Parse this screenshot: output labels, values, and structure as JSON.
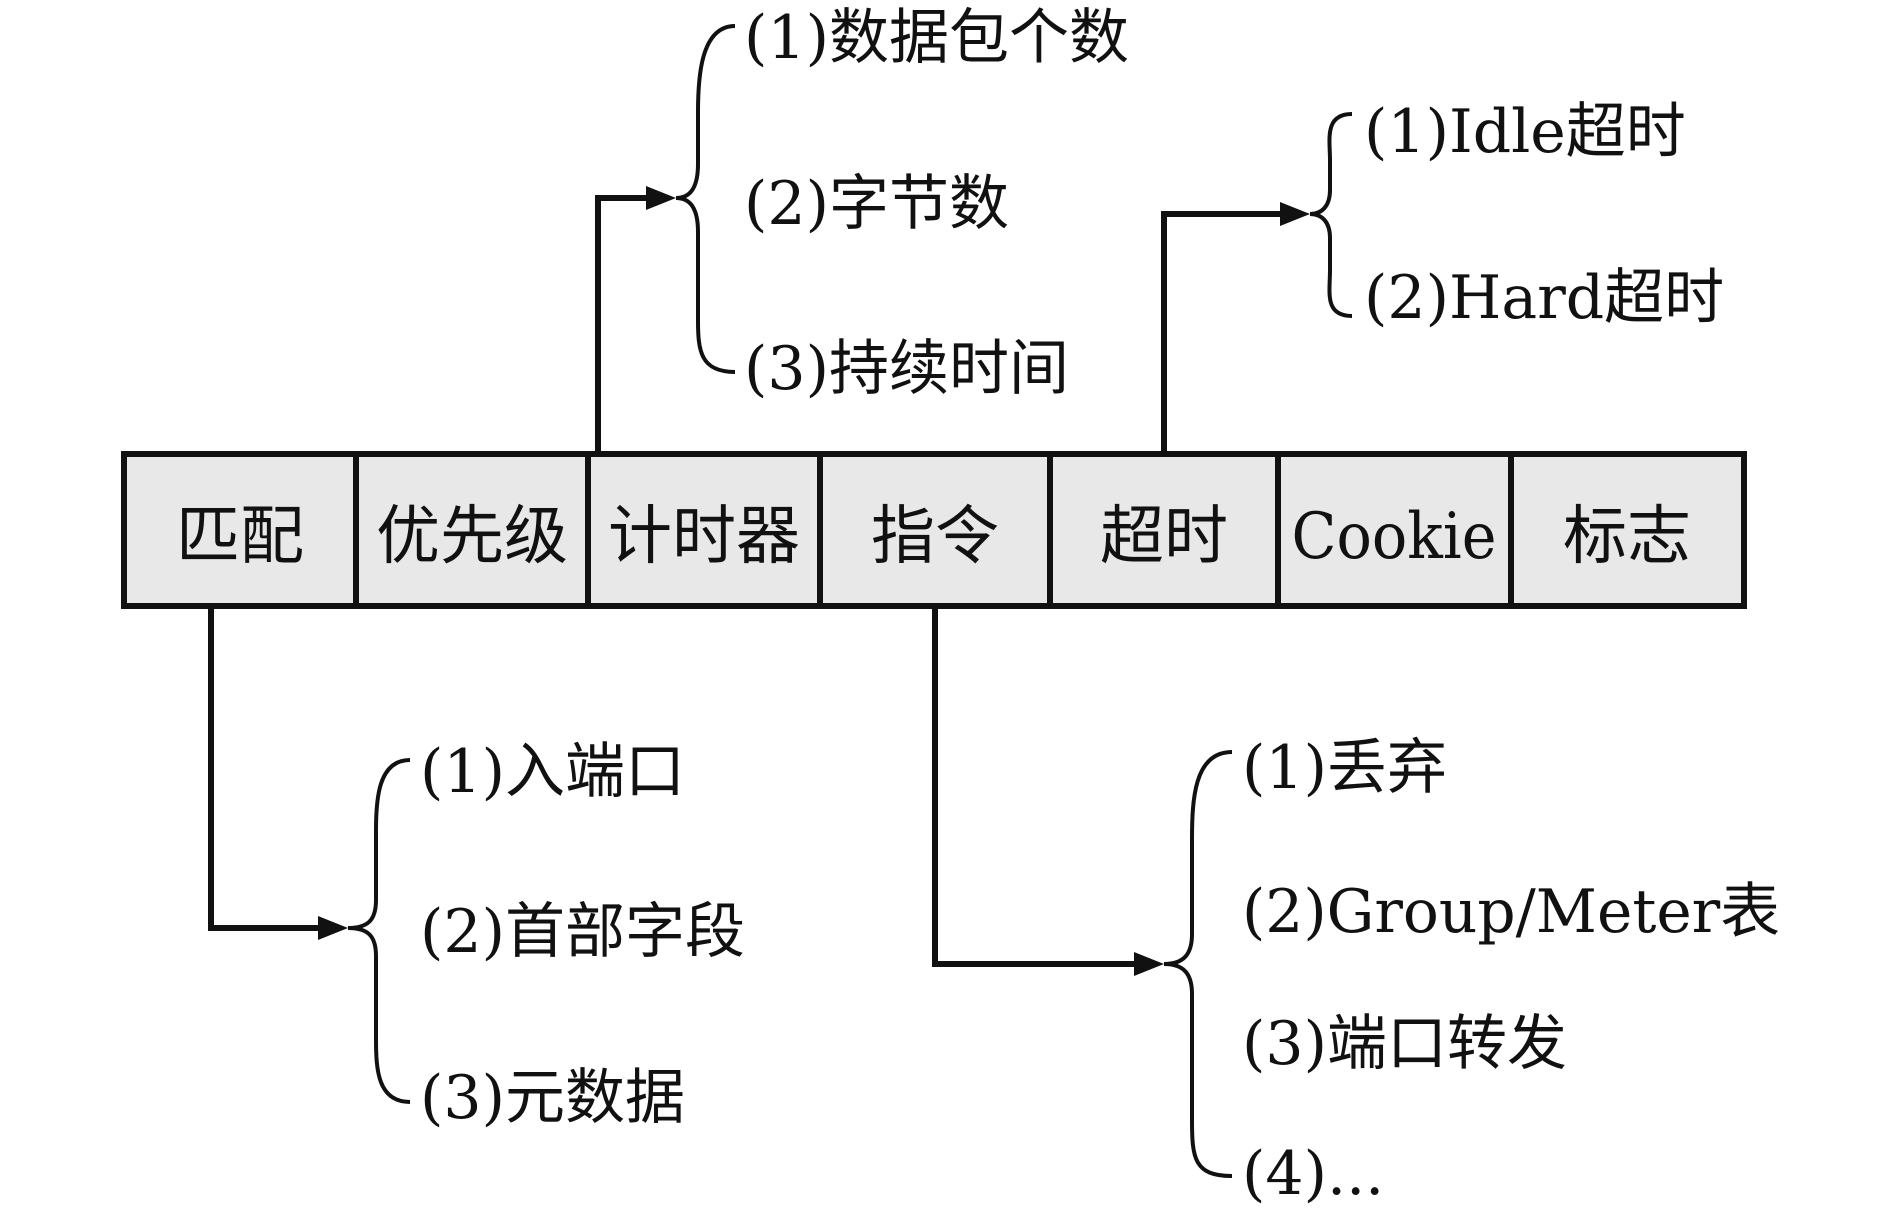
{
  "fields": [
    "匹配",
    "优先级",
    "计时器",
    "指令",
    "超时",
    "Cookie",
    "标志"
  ],
  "groups": {
    "timer": [
      "(1)数据包个数",
      "(2)字节数",
      "(3)持续时间"
    ],
    "timeout": [
      "(1)Idle超时",
      "(2)Hard超时"
    ],
    "match": [
      "(1)入端口",
      "(2)首部字段",
      "(3)元数据"
    ],
    "instructions": [
      "(1)丢弃",
      "(2)Group/Meter表",
      "(3)端口转发",
      "(4)..."
    ]
  }
}
